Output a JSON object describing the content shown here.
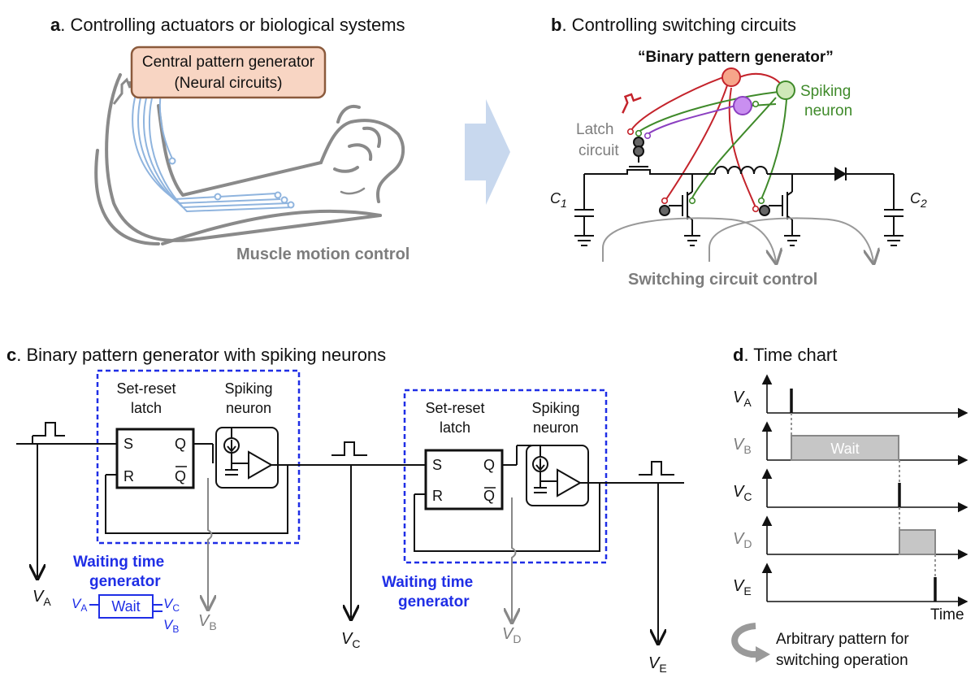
{
  "panel_a": {
    "letter": "a",
    "title": ". Controlling actuators or biological systems",
    "cpg_line1": "Central pattern generator",
    "cpg_line2": "(Neural circuits)",
    "caption": "Muscle motion control"
  },
  "panel_b": {
    "letter": "b",
    "title": ". Controlling switching circuits",
    "subtitle": "“Binary pattern generator”",
    "spiking_line1": "Spiking",
    "spiking_line2": "neuron",
    "latch_line1": "Latch",
    "latch_line2": "circuit",
    "c1": "C",
    "c1_sub": "1",
    "c2": "C",
    "c2_sub": "2",
    "caption": "Switching circuit control"
  },
  "panel_c": {
    "letter": "c",
    "title": ". Binary pattern generator with spiking neurons",
    "latch_line1": "Set-reset",
    "latch_line2": "latch",
    "neuron_line1": "Spiking",
    "neuron_line2": "neuron",
    "pin_s": "S",
    "pin_r": "R",
    "pin_q": "Q",
    "pin_qbar": "Q",
    "wait_gen_line1": "Waiting time",
    "wait_gen_line2": "generator",
    "wait_box": "Wait",
    "v": "V",
    "sub_a": "A",
    "sub_b": "B",
    "sub_c": "C",
    "sub_d": "D",
    "sub_e": "E"
  },
  "panel_d": {
    "letter": "d",
    "title": ". Time chart",
    "wait": "Wait",
    "time": "Time",
    "note_line1": "Arbitrary pattern for",
    "note_line2": "switching operation"
  },
  "colors": {
    "blue": "#1f2ee6",
    "red": "#c4232b",
    "green": "#3f8a2a",
    "purple": "#8b3fc0",
    "orange_fill": "#f6a58a",
    "purple_fill": "#c98ff0",
    "green_fill": "#cfe8b8",
    "cpg_fill": "#f8d5c3",
    "nerve": "#8fb4de",
    "arrow": "#c8d8ee"
  }
}
